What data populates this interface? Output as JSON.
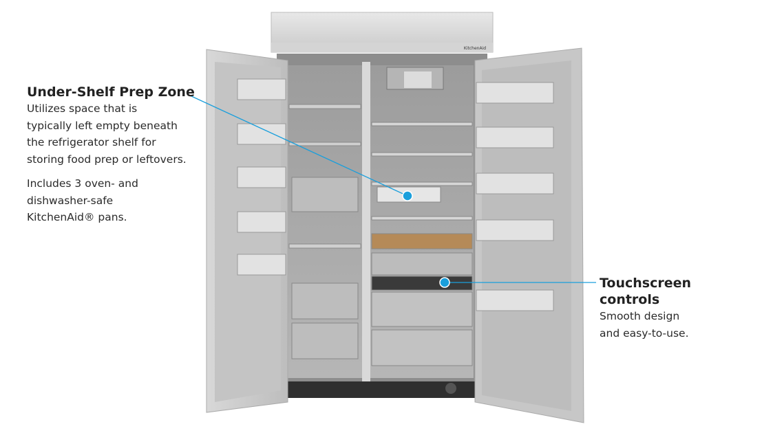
{
  "brand": "KitchenAid",
  "callouts": {
    "prep_zone": {
      "title": "Under-Shelf Prep Zone",
      "body": [
        "Utilizes space that is",
        "typically left empty beneath",
        "the refrigerator shelf for",
        "storing food prep or leftovers."
      ],
      "extra": [
        "Includes 3 oven- and",
        "dishwasher-safe",
        "KitchenAid® pans."
      ]
    },
    "touchscreen": {
      "title_lines": [
        "Touchscreen",
        "controls"
      ],
      "body": [
        "Smooth design",
        "and easy-to-use."
      ]
    }
  },
  "colors": {
    "accent": "#1a9fdc",
    "text": "#222222"
  }
}
